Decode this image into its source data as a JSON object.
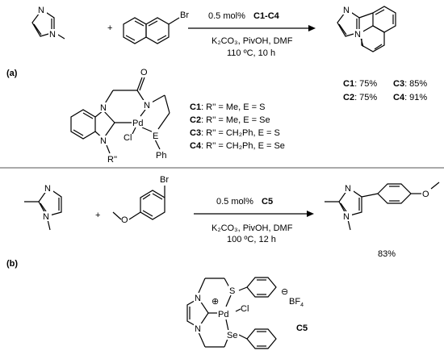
{
  "scheme_a": {
    "label": "(a)",
    "plus": "+",
    "reactant2_substituent": "Br",
    "reagent_line1_pre": "0.5 mol%",
    "reagent_line1_cat": "C1-C4",
    "reagent_line2": "K₂CO₃, PivOH, DMF",
    "reagent_line3": "110 ºC, 10 h",
    "yields": [
      {
        "cat": "C1",
        "value": ": 75%"
      },
      {
        "cat": "C3",
        "value": ": 85%"
      },
      {
        "cat": "C2",
        "value": ": 75%"
      },
      {
        "cat": "C4",
        "value": ": 91%"
      }
    ],
    "catalysts": [
      {
        "cat": "C1",
        "desc": ": R'' = Me, E = S"
      },
      {
        "cat": "C2",
        "desc": ": R'' = Me, E = Se"
      },
      {
        "cat": "C3",
        "desc": ": R'' = CH₂Ph, E = S"
      },
      {
        "cat": "C4",
        "desc": ": R'' = CH₂Ph, E = Se"
      }
    ],
    "complex_atoms": {
      "N1": "N",
      "N2": "N",
      "N3": "N",
      "O": "O",
      "Pd": "Pd",
      "Cl": "Cl",
      "E": "E",
      "Ph": "Ph",
      "R": "R''"
    }
  },
  "scheme_b": {
    "label": "(b)",
    "plus": "+",
    "reactant2_substituent_top": "Br",
    "reactant2_substituent_left": "O",
    "reagent_line1_pre": "0.5 mol%",
    "reagent_line1_cat": "C5",
    "reagent_line2": "K₂CO₃, PivOH, DMF",
    "reagent_line3": "100 ºC, 12 h",
    "product_substituent": "O",
    "yield": "83%",
    "catalyst_label": "C5",
    "counterion": "BF",
    "counterion_sub": "4",
    "counterion_charge": "⊖",
    "cation_charge": "⊕",
    "complex_atoms": {
      "N1": "N",
      "N2": "N",
      "S": "S",
      "Se": "Se",
      "Pd": "Pd",
      "Cl": "Cl"
    }
  },
  "imidazole_atom": "N"
}
